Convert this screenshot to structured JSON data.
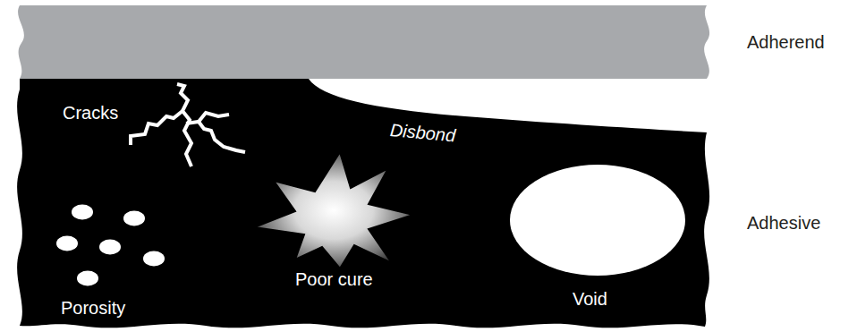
{
  "diagram": {
    "labels": [
      "Adherend",
      "Adhesive",
      "Cracks",
      "Disbond",
      "Porosity",
      "Poor cure",
      "Void"
    ]
  }
}
